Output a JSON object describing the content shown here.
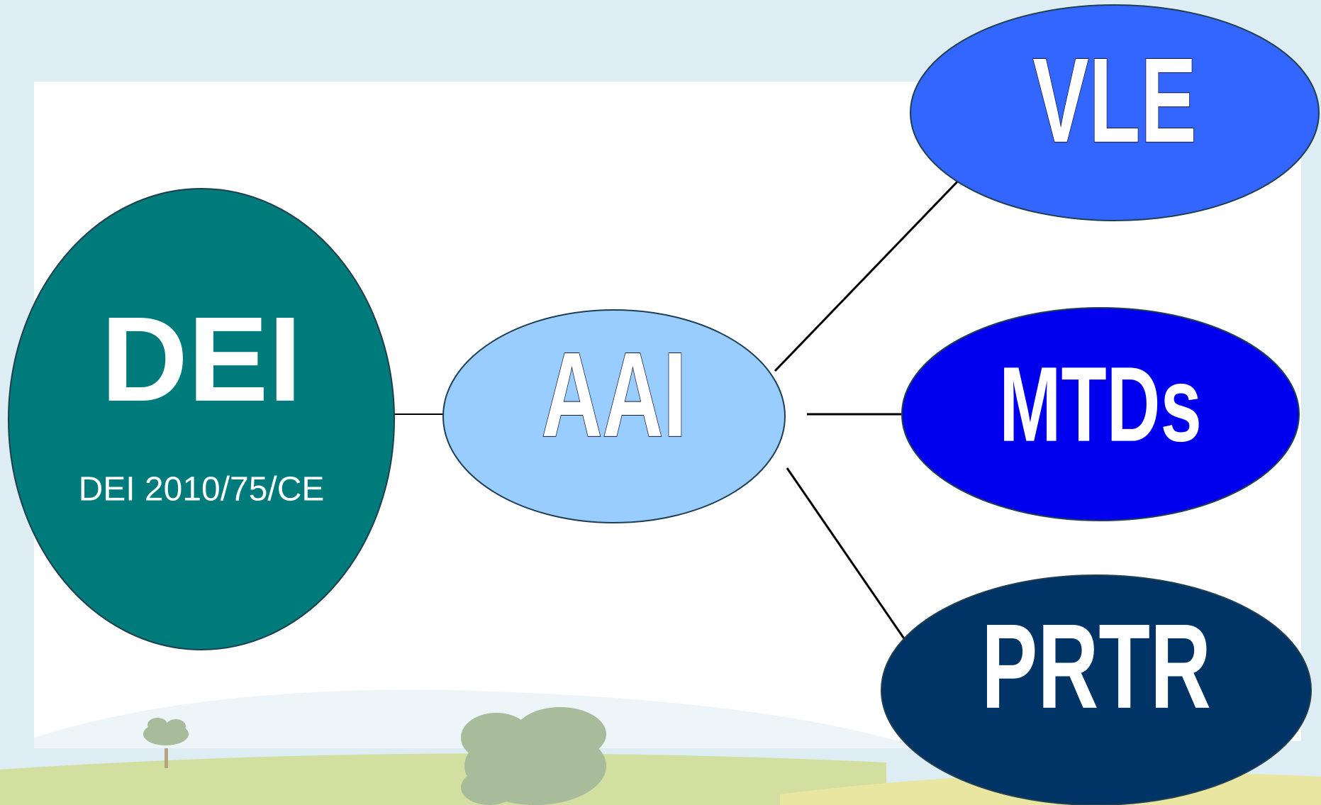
{
  "nodes": {
    "dei": {
      "label": "DEI",
      "sublabel": "DEI 2010/75/CE",
      "color": "#007b7b"
    },
    "aai": {
      "label": "AAI",
      "color": "#99ccff"
    },
    "vle": {
      "label": "VLE",
      "color": "#3366ff"
    },
    "mtds": {
      "label": "MTDs",
      "color": "#0000ee"
    },
    "prtr": {
      "label": "PRTR",
      "color": "#003366"
    }
  },
  "edges": [
    {
      "from": "DEI",
      "to": "AAI"
    },
    {
      "from": "AAI",
      "to": "VLE"
    },
    {
      "from": "AAI",
      "to": "MTDs"
    },
    {
      "from": "AAI",
      "to": "PRTR"
    }
  ],
  "colors": {
    "background_sky": "#deedf3",
    "panel": "#ffffff",
    "hill_light": "#eef5f8",
    "hill_green": "#d3dfa0",
    "hill_yellow": "#e8e6a0",
    "tree": "#a8bb9a",
    "arrow": "#000000"
  }
}
